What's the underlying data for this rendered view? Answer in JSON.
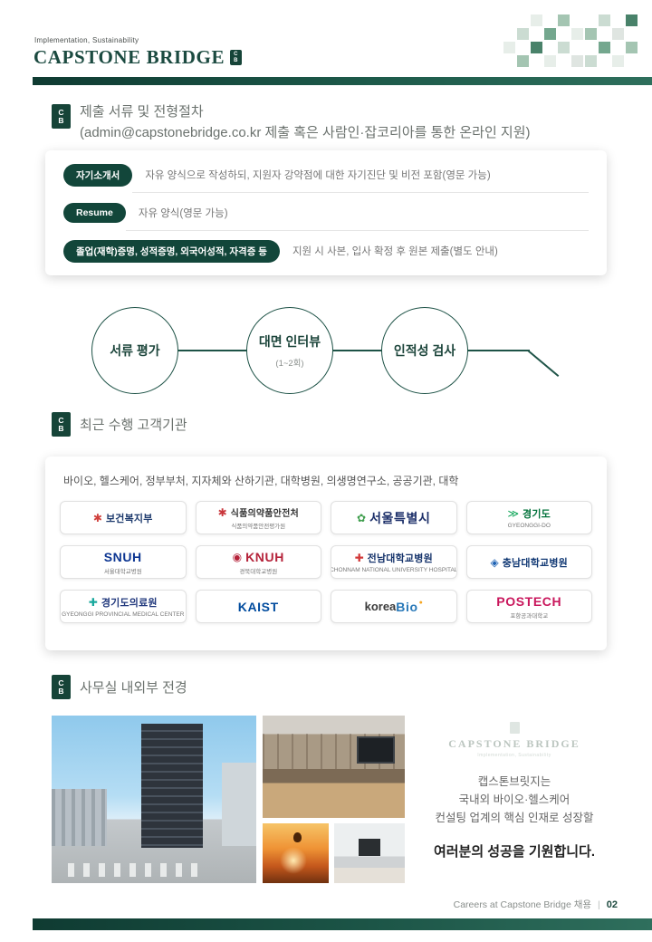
{
  "header": {
    "tagline": "Implementation, Sustainability",
    "brand": "CAPSTONE BRIDGE",
    "cb_top": "C",
    "cb_bottom": "B"
  },
  "sections": {
    "apply": {
      "title": "제출 서류 및 전형절차",
      "subtitle": "(admin@capstonebridge.co.kr 제출 혹은 사람인·잡코리아를 통한 온라인 지원)",
      "documents": [
        {
          "badge": "자기소개서",
          "desc": "자유 양식으로 작성하되, 지원자 강약점에 대한 자기진단 및 비전 포함(영문 가능)"
        },
        {
          "badge": "Resume",
          "desc": "자유 양식(영문 가능)"
        },
        {
          "badge": "졸업(재학)증명, 성적증명, 외국어성적, 자격증 등",
          "desc": "지원 시 사본, 입사 확정 후 원본 제출(별도 안내)"
        }
      ],
      "process": [
        {
          "label": "서류 평가",
          "sub": ""
        },
        {
          "label": "대면 인터뷰",
          "sub": "(1~2회)"
        },
        {
          "label": "인적성 검사",
          "sub": ""
        }
      ]
    },
    "clients": {
      "title": "최근 수행 고객기관",
      "intro": "바이오, 헬스케어, 정부부처, 지자체와 산하기관, 대학병원, 의생명연구소, 공공기관, 대학",
      "logos": [
        {
          "mark": "✱",
          "mark_color": "#d0403c",
          "main": "보건복지부",
          "main_color": "#1d3a6d"
        },
        {
          "mark": "✱",
          "mark_color": "#c9363b",
          "main": "식품의약품안전처",
          "main_color": "#333333",
          "sub": "식품의약품안전평가원",
          "cls": "two-line"
        },
        {
          "mark": "✿",
          "mark_color": "#3f9e4d",
          "main": "서울특별시",
          "main_color": "#1c2f69",
          "cls": "big"
        },
        {
          "mark": "≫",
          "mark_color": "#00a04e",
          "main": "경기도",
          "main_color": "#00713a",
          "sub": "GYEONGGI-DO"
        },
        {
          "main": "SNUH",
          "main_color": "#0d3692",
          "sub": "서울대학교병원",
          "cls": "big"
        },
        {
          "mark": "◉",
          "mark_color": "#b5233a",
          "main": "KNUH",
          "main_color": "#b5233a",
          "sub": "경북대학교병원",
          "cls": "big"
        },
        {
          "mark": "✚",
          "mark_color": "#d23a3a",
          "main": "전남대학교병원",
          "main_color": "#15336b",
          "sub": "CHONNAM NATIONAL UNIVERSITY HOSPITAL"
        },
        {
          "mark": "◈",
          "mark_color": "#1d62b4",
          "main": "충남대학교병원",
          "main_color": "#133a75"
        },
        {
          "mark": "✚",
          "mark_color": "#19a89d",
          "main": "경기도의료원",
          "main_color": "#22397d",
          "sub": "GYEONGGI PROVINCIAL MEDICAL CENTER"
        },
        {
          "main": "KAIST",
          "main_color": "#004b9e",
          "cls": "big"
        },
        {
          "prefix": "korea",
          "prefix_color": "#3b3b3b",
          "main": "Bio",
          "main_color": "#2878b8",
          "tail": "●",
          "tail_color": "#f5a623",
          "cls": "big"
        },
        {
          "main": "POSTECH",
          "main_color": "#c9175c",
          "sub": "포항공과대학교",
          "cls": "big"
        }
      ]
    },
    "office": {
      "title": "사무실 내외부 전경",
      "faded_brand": "CAPSTONE BRIDGE",
      "faded_tagline": "Implementation, Sustainability",
      "message_lines": [
        "캡스톤브릿지는",
        "국내외 바이오·헬스케어",
        "컨설팅 업계의 핵심 인재로 성장할"
      ],
      "closing": "여러분의 성공을 기원합니다."
    }
  },
  "footer": {
    "label": "Careers at Capstone Bridge 채용",
    "divider": "|",
    "page": "02"
  }
}
